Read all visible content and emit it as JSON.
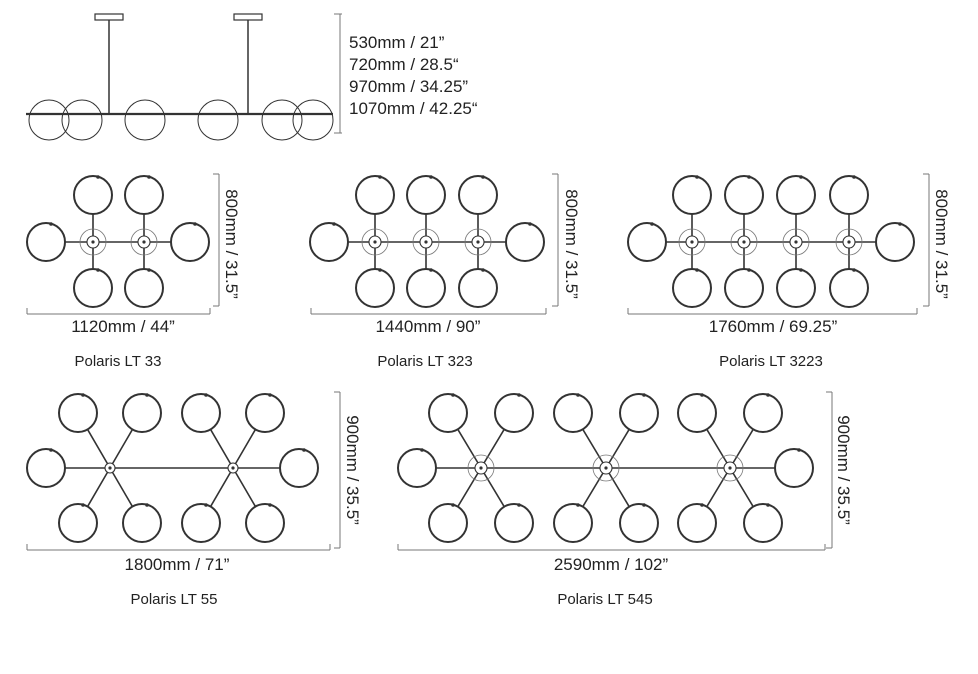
{
  "elevation": {
    "height_options": [
      "530mm / 21”",
      "720mm /  28.5“",
      "970mm / 34.25”",
      "1070mm / 42.25“"
    ]
  },
  "models": [
    {
      "name": "Polaris LT 33",
      "width_label": "1120mm / 44”",
      "height_label": "800mm / 31.5”"
    },
    {
      "name": "Polaris LT 323",
      "width_label": "1440mm / 90”",
      "height_label": "800mm / 31.5”"
    },
    {
      "name": "Polaris LT 3223",
      "width_label": "1760mm / 69.25”",
      "height_label": "800mm / 31.5”"
    },
    {
      "name": "Polaris LT 55",
      "width_label": "1800mm / 71”",
      "height_label": "900mm / 35.5”"
    },
    {
      "name": "Polaris LT 545",
      "width_label": "2590mm / 102”",
      "height_label": "900mm / 35.5”"
    }
  ],
  "colors": {
    "line": "#333333",
    "thin": "#777777"
  }
}
